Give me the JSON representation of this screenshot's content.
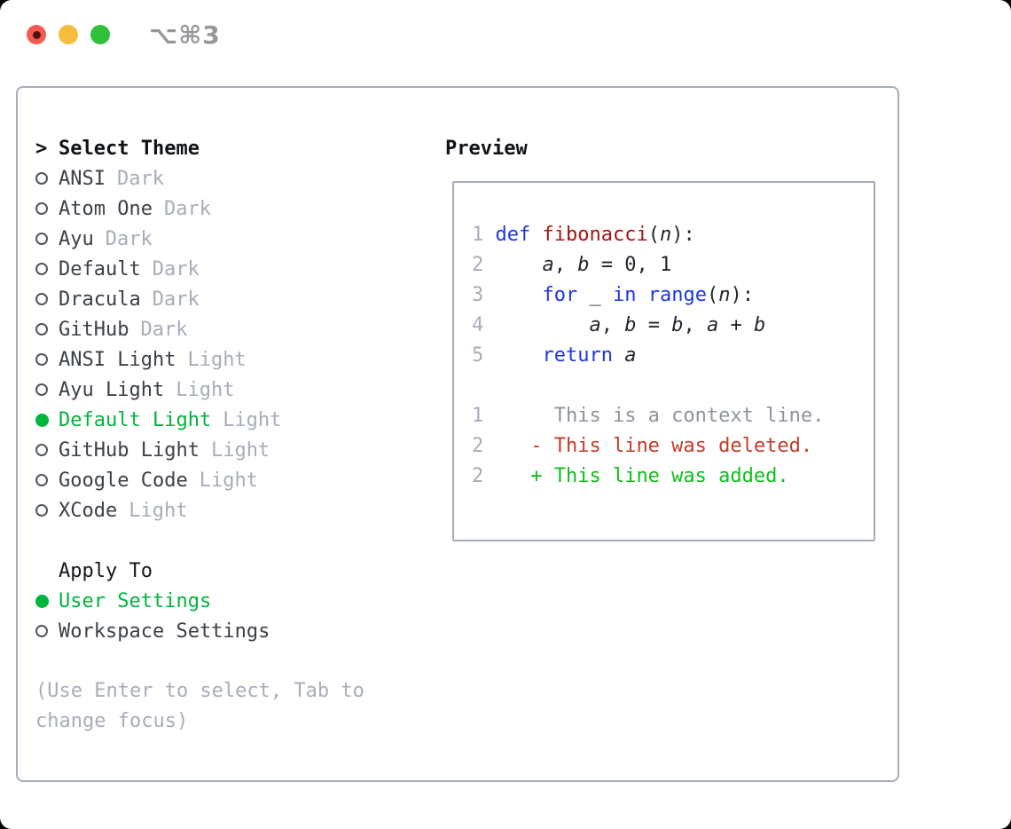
{
  "window": {
    "title": "⌥⌘3"
  },
  "theme_selector": {
    "cursor": ">",
    "title": "Select Theme",
    "items": [
      {
        "name": "ANSI",
        "variant": "Dark",
        "selected": false
      },
      {
        "name": "Atom One",
        "variant": "Dark",
        "selected": false
      },
      {
        "name": "Ayu",
        "variant": "Dark",
        "selected": false
      },
      {
        "name": "Default",
        "variant": "Dark",
        "selected": false
      },
      {
        "name": "Dracula",
        "variant": "Dark",
        "selected": false
      },
      {
        "name": "GitHub",
        "variant": "Dark",
        "selected": false
      },
      {
        "name": "ANSI Light",
        "variant": "Light",
        "selected": false
      },
      {
        "name": "Ayu Light",
        "variant": "Light",
        "selected": false
      },
      {
        "name": "Default Light",
        "variant": "Light",
        "selected": true
      },
      {
        "name": "GitHub Light",
        "variant": "Light",
        "selected": false
      },
      {
        "name": "Google Code",
        "variant": "Light",
        "selected": false
      },
      {
        "name": "XCode",
        "variant": "Light",
        "selected": false
      }
    ]
  },
  "apply_to": {
    "title": "Apply To",
    "options": [
      {
        "name": "User Settings",
        "selected": true
      },
      {
        "name": "Workspace Settings",
        "selected": false
      }
    ]
  },
  "hint": "(Use Enter to select, Tab to change focus)",
  "preview": {
    "title": "Preview",
    "lines": [
      [
        {
          "t": "1",
          "s": "ln"
        },
        {
          "t": " ",
          "s": "tx"
        },
        {
          "t": "def",
          "s": "kw"
        },
        {
          "t": " ",
          "s": "tx"
        },
        {
          "t": "fibonacci",
          "s": "fn"
        },
        {
          "t": "(",
          "s": "tx"
        },
        {
          "t": "n",
          "s": "var"
        },
        {
          "t": "):",
          "s": "tx"
        }
      ],
      [
        {
          "t": "2",
          "s": "ln"
        },
        {
          "t": "     ",
          "s": "tx"
        },
        {
          "t": "a",
          "s": "var"
        },
        {
          "t": ", ",
          "s": "tx"
        },
        {
          "t": "b",
          "s": "var"
        },
        {
          "t": " = 0, 1",
          "s": "tx"
        }
      ],
      [
        {
          "t": "3",
          "s": "ln"
        },
        {
          "t": "     ",
          "s": "tx"
        },
        {
          "t": "for",
          "s": "kw"
        },
        {
          "t": " _ ",
          "s": "tx"
        },
        {
          "t": "in",
          "s": "kw"
        },
        {
          "t": " ",
          "s": "tx"
        },
        {
          "t": "range",
          "s": "kw"
        },
        {
          "t": "(",
          "s": "tx"
        },
        {
          "t": "n",
          "s": "var"
        },
        {
          "t": "):",
          "s": "tx"
        }
      ],
      [
        {
          "t": "4",
          "s": "ln"
        },
        {
          "t": "         ",
          "s": "tx"
        },
        {
          "t": "a",
          "s": "var"
        },
        {
          "t": ", ",
          "s": "tx"
        },
        {
          "t": "b",
          "s": "var"
        },
        {
          "t": " = ",
          "s": "tx"
        },
        {
          "t": "b",
          "s": "var"
        },
        {
          "t": ", ",
          "s": "tx"
        },
        {
          "t": "a",
          "s": "var"
        },
        {
          "t": " + ",
          "s": "tx"
        },
        {
          "t": "b",
          "s": "var"
        }
      ],
      [
        {
          "t": "5",
          "s": "ln"
        },
        {
          "t": "     ",
          "s": "tx"
        },
        {
          "t": "return",
          "s": "kw"
        },
        {
          "t": " ",
          "s": "tx"
        },
        {
          "t": "a",
          "s": "var"
        }
      ],
      [],
      [
        {
          "t": "1",
          "s": "ln"
        },
        {
          "t": "      This is a context line.",
          "s": "ctx"
        }
      ],
      [
        {
          "t": "2",
          "s": "ln"
        },
        {
          "t": "    ",
          "s": "tx"
        },
        {
          "t": "- This line was deleted.",
          "s": "del"
        }
      ],
      [
        {
          "t": "2",
          "s": "ln"
        },
        {
          "t": "    ",
          "s": "tx"
        },
        {
          "t": "+ This line was added.",
          "s": "add"
        }
      ]
    ]
  },
  "colors": {
    "accent_green": "#00b43c",
    "keyword_blue": "#1d36e4",
    "function_red": "#a31515",
    "deleted_red": "#c53b26",
    "added_green": "#10be1c",
    "muted_gray": "#a6adba",
    "border_gray": "#a6adba",
    "traffic_red": "#f45a50",
    "traffic_yellow": "#f6bd3c",
    "traffic_green": "#30c03a"
  }
}
